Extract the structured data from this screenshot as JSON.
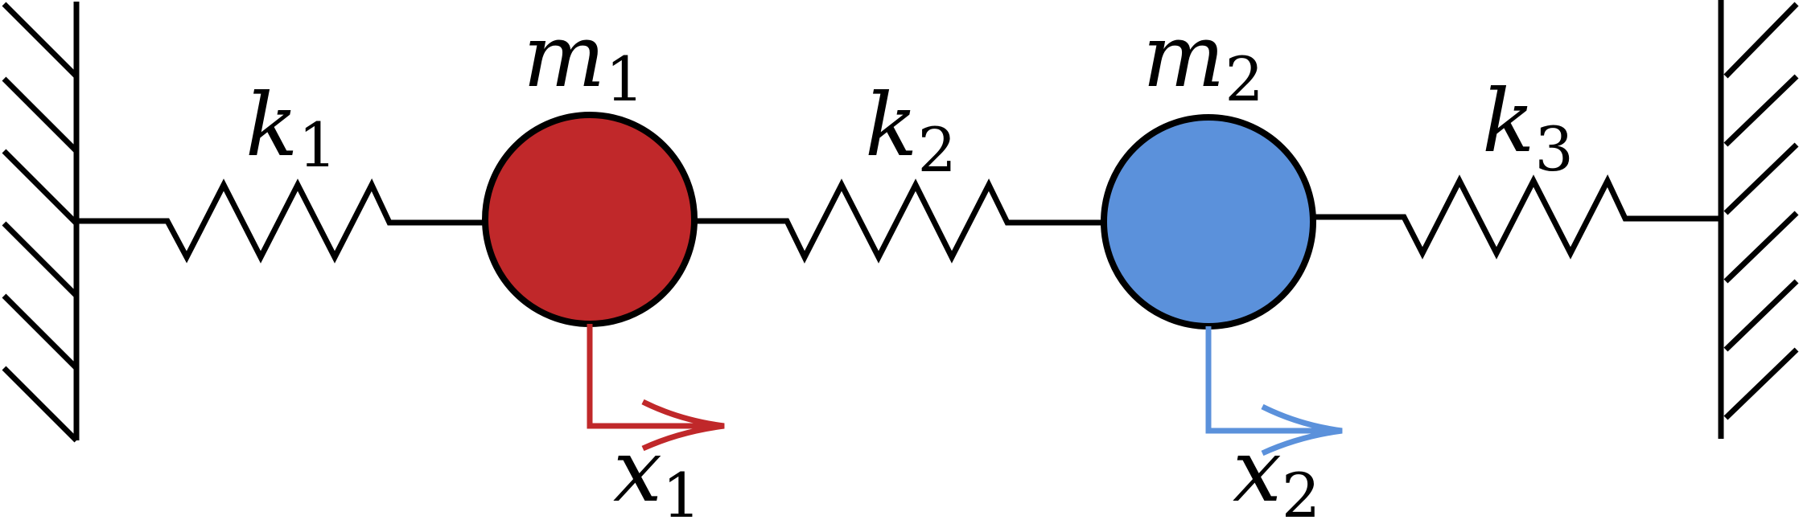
{
  "labels": {
    "k1": {
      "main": "k",
      "sub": "1"
    },
    "k2": {
      "main": "k",
      "sub": "2"
    },
    "k3": {
      "main": "k",
      "sub": "3"
    },
    "m1": {
      "main": "m",
      "sub": "1"
    },
    "m2": {
      "main": "m",
      "sub": "2"
    },
    "x1": {
      "main": "x",
      "sub": "1"
    },
    "x2": {
      "main": "x",
      "sub": "2"
    }
  },
  "colors": {
    "mass_1_fill": "#c0282a",
    "mass_2_fill": "#5b91db",
    "displacement_1": "#c0282a",
    "displacement_2": "#5b91db",
    "line": "#000000"
  },
  "icons": {
    "left_wall": "hatched-wall-icon",
    "right_wall": "hatched-wall-icon",
    "spring": "zigzag-spring-icon",
    "arrow": "right-arrow-icon"
  }
}
